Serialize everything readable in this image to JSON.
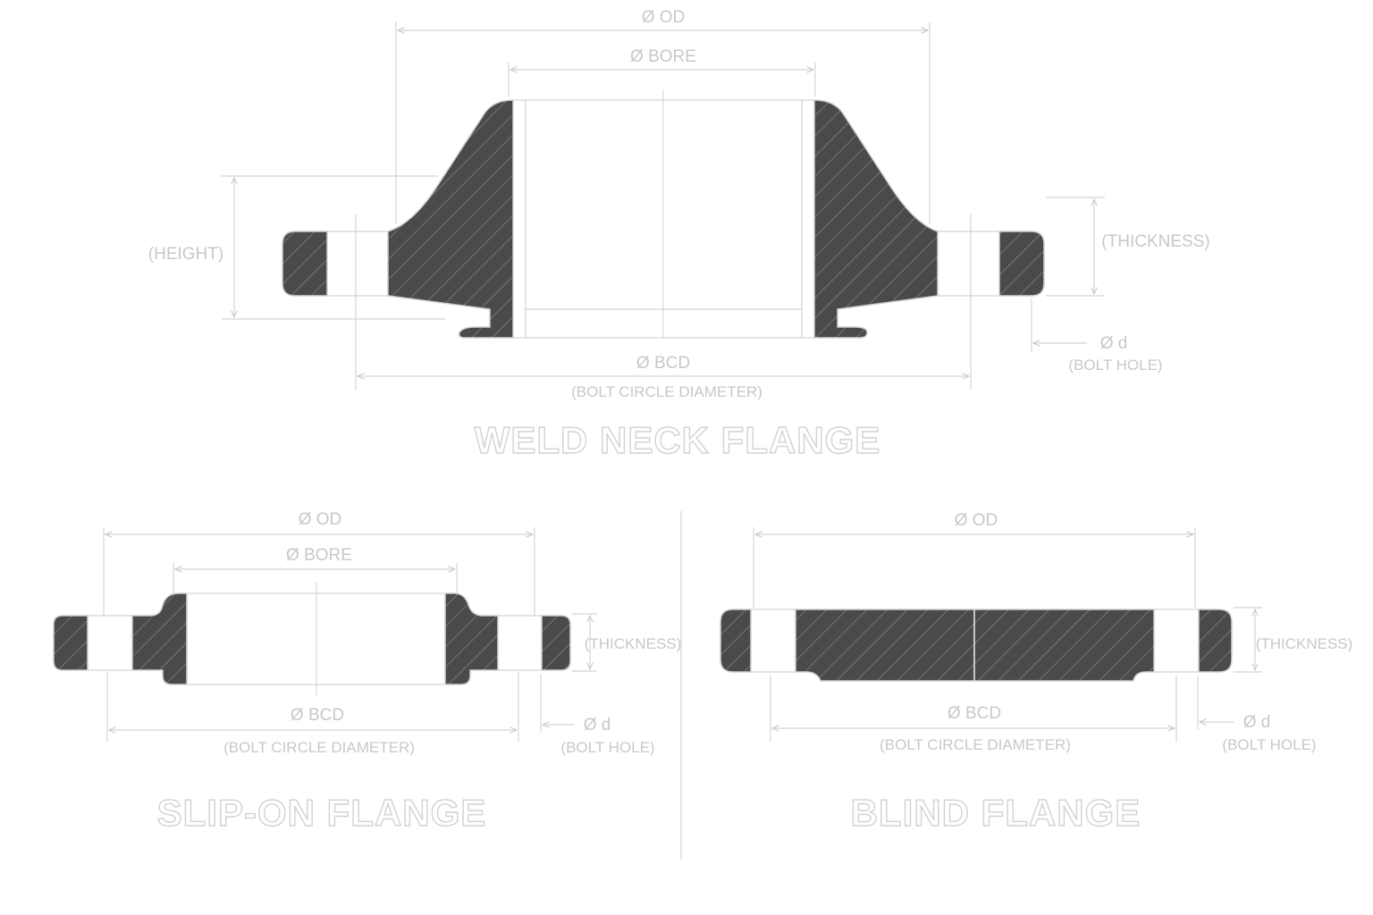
{
  "weld_neck": {
    "title": "WELD NECK FLANGE",
    "od": "Ø OD",
    "bore": "Ø BORE",
    "height": "(HEIGHT)",
    "thickness": "(THICKNESS)",
    "bcd": "Ø BCD",
    "bcd_full": "(BOLT CIRCLE DIAMETER)",
    "bolt_d": "Ø d",
    "bolt_hole": "(BOLT HOLE)"
  },
  "slip_on": {
    "title": "SLIP-ON FLANGE",
    "od": "Ø OD",
    "bore": "Ø BORE",
    "thickness": "(THICKNESS)",
    "bcd": "Ø BCD",
    "bcd_full": "(BOLT CIRCLE DIAMETER)",
    "bolt_d": "Ø d",
    "bolt_hole": "(BOLT HOLE)"
  },
  "blind": {
    "title": "BLIND FLANGE",
    "od": "Ø OD",
    "thickness": "(THICKNESS)",
    "bcd": "Ø BCD",
    "bcd_full": "(BOLT CIRCLE DIAMETER)",
    "bolt_d": "Ø d",
    "bolt_hole": "(BOLT HOLE)"
  },
  "colors": {
    "section_fill": "#4a4a4a",
    "hatch": "#8a8a8a",
    "lines": "#d4d4d4"
  }
}
